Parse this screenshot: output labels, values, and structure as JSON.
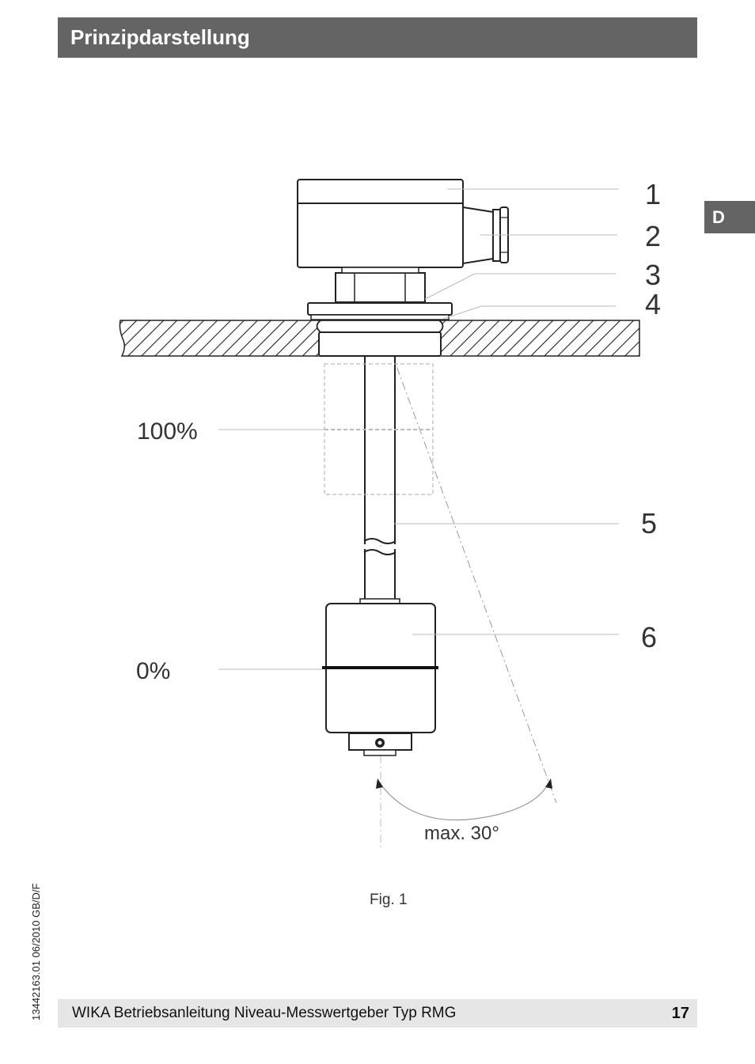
{
  "header": {
    "title": "Prinzipdarstellung"
  },
  "language_tab": "D",
  "side_code": "13442163.01 06/2010 GB/D/F",
  "figure": {
    "callouts": [
      "1",
      "2",
      "3",
      "4",
      "5",
      "6"
    ],
    "level_100": "100%",
    "level_0": "0%",
    "angle_label": "max. 30°",
    "caption": "Fig. 1"
  },
  "footer": {
    "text": "WIKA Betriebsanleitung Niveau-Messwertgeber Typ RMG",
    "page": "17"
  }
}
